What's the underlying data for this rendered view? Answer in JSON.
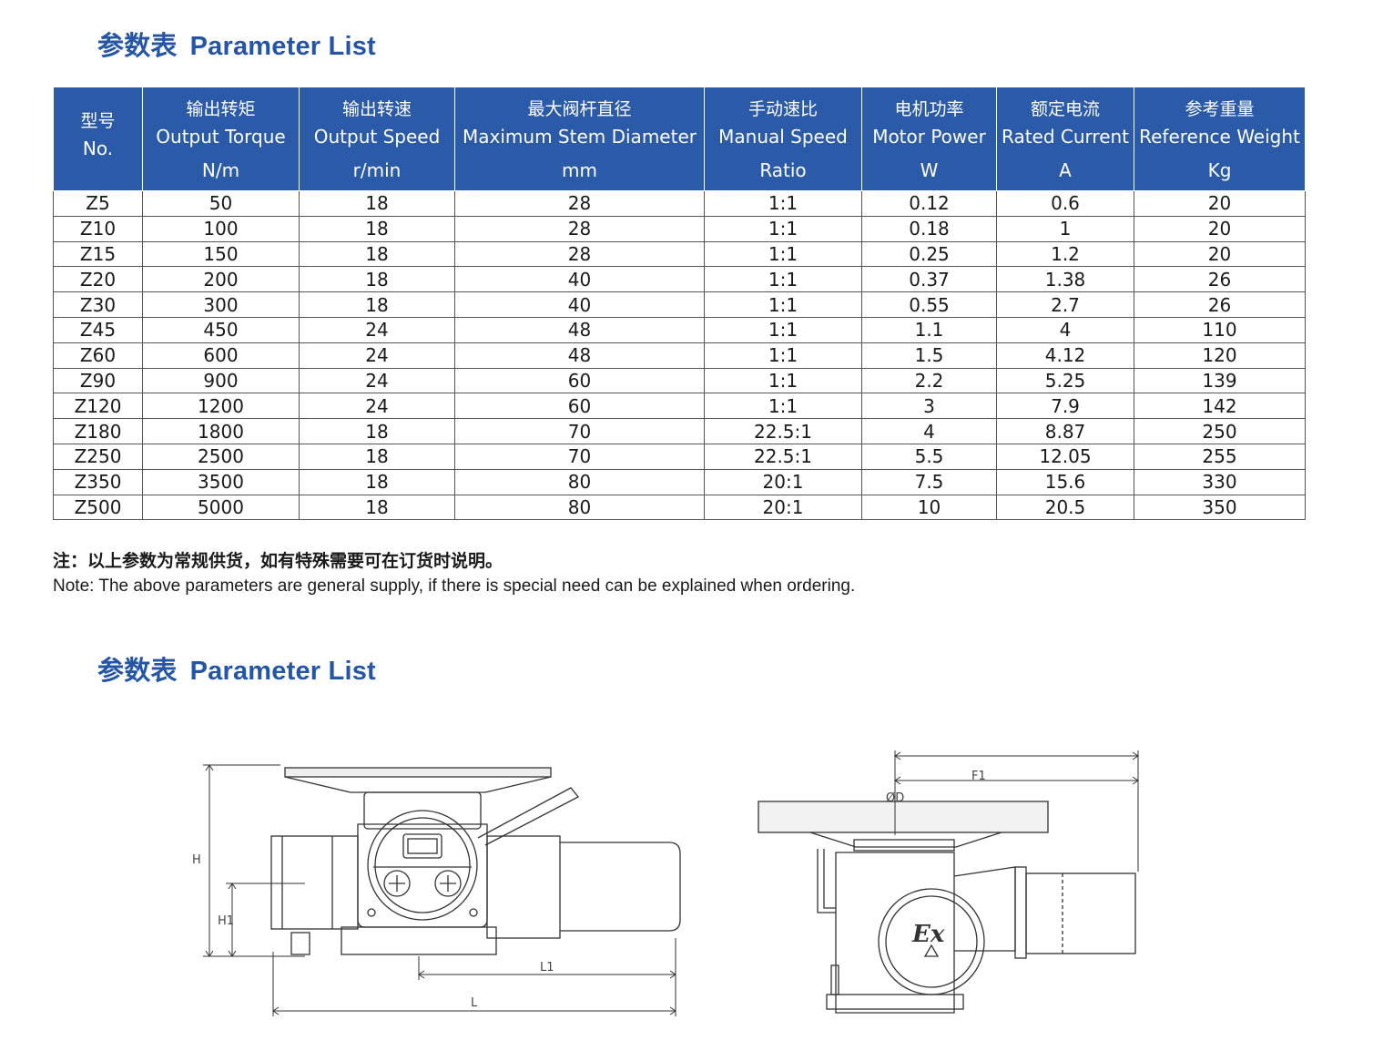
{
  "section_title_1": {
    "cn": "参数表",
    "en": "Parameter List"
  },
  "section_title_2": {
    "cn": "参数表",
    "en": "Parameter List"
  },
  "table": {
    "headers": [
      {
        "cn": "型号",
        "en": "No.",
        "unit": ""
      },
      {
        "cn": "输出转矩",
        "en": "Output Torque",
        "unit": "N/m"
      },
      {
        "cn": "输出转速",
        "en": "Output Speed",
        "unit": "r/min"
      },
      {
        "cn": "最大阀杆直径",
        "en": "Maximum Stem Diameter",
        "unit": "mm"
      },
      {
        "cn": "手动速比",
        "en": "Manual Speed",
        "unit": "Ratio"
      },
      {
        "cn": "电机功率",
        "en": "Motor Power",
        "unit": "W"
      },
      {
        "cn": "额定电流",
        "en": "Rated Current",
        "unit": "A"
      },
      {
        "cn": "参考重量",
        "en": "Reference Weight",
        "unit": "Kg"
      }
    ],
    "rows": [
      [
        "Z5",
        "50",
        "18",
        "28",
        "1:1",
        "0.12",
        "0.6",
        "20"
      ],
      [
        "Z10",
        "100",
        "18",
        "28",
        "1:1",
        "0.18",
        "1",
        "20"
      ],
      [
        "Z15",
        "150",
        "18",
        "28",
        "1:1",
        "0.25",
        "1.2",
        "20"
      ],
      [
        "Z20",
        "200",
        "18",
        "40",
        "1:1",
        "0.37",
        "1.38",
        "26"
      ],
      [
        "Z30",
        "300",
        "18",
        "40",
        "1:1",
        "0.55",
        "2.7",
        "26"
      ],
      [
        "Z45",
        "450",
        "24",
        "48",
        "1:1",
        "1.1",
        "4",
        "110"
      ],
      [
        "Z60",
        "600",
        "24",
        "48",
        "1:1",
        "1.5",
        "4.12",
        "120"
      ],
      [
        "Z90",
        "900",
        "24",
        "60",
        "1:1",
        "2.2",
        "5.25",
        "139"
      ],
      [
        "Z120",
        "1200",
        "24",
        "60",
        "1:1",
        "3",
        "7.9",
        "142"
      ],
      [
        "Z180",
        "1800",
        "18",
        "70",
        "22.5:1",
        "4",
        "8.87",
        "250"
      ],
      [
        "Z250",
        "2500",
        "18",
        "70",
        "22.5:1",
        "5.5",
        "12.05",
        "255"
      ],
      [
        "Z350",
        "3500",
        "18",
        "80",
        "20:1",
        "7.5",
        "15.6",
        "330"
      ],
      [
        "Z500",
        "5000",
        "18",
        "80",
        "20:1",
        "10",
        "20.5",
        "350"
      ]
    ]
  },
  "note": {
    "cn": "注：以上参数为常规供货，如有特殊需要可在订货时说明。",
    "en": "Note: The above parameters are general supply, if there is special need can be explained when ordering."
  },
  "drawing_labels": {
    "H": "H",
    "H1": "H1",
    "L1": "L1",
    "L": "L",
    "F1": "F1",
    "phiD": "ØD",
    "ex_mark": "Ex"
  }
}
